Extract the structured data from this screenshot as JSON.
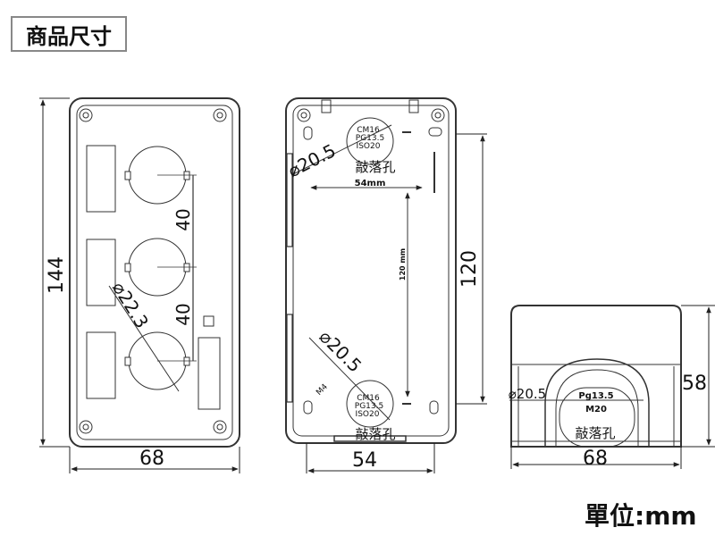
{
  "title": "商品尺寸",
  "unit_label": "單位:mm",
  "front_view": {
    "height_label": "144",
    "width_label": "68",
    "spacing_top_label": "40",
    "spacing_bottom_label": "40",
    "hole_diameter_label": "⌀22.3"
  },
  "back_view": {
    "hole_diameter_top_label": "⌀20.5",
    "hole_diameter_bottom_label": "⌀20.5",
    "knockout_top_label": "敲落孔",
    "knockout_bottom_label": "敲落孔",
    "inner_width_label": "54mm",
    "inner_height_label": "120 mm",
    "height_label": "120",
    "width_label": "54",
    "knockout_text_top": [
      "CM16",
      "PG13.5",
      "ISO20"
    ],
    "knockout_text_bottom": [
      "CM16",
      "PG13.5",
      "ISO20"
    ],
    "corner_mark": "M4"
  },
  "side_view": {
    "hole_diameter_label": "⌀20.5",
    "knockout_line1": "Pg13.5",
    "knockout_line2": "M20",
    "knockout_label": "敲落孔",
    "height_label": "58",
    "width_label": "68"
  }
}
